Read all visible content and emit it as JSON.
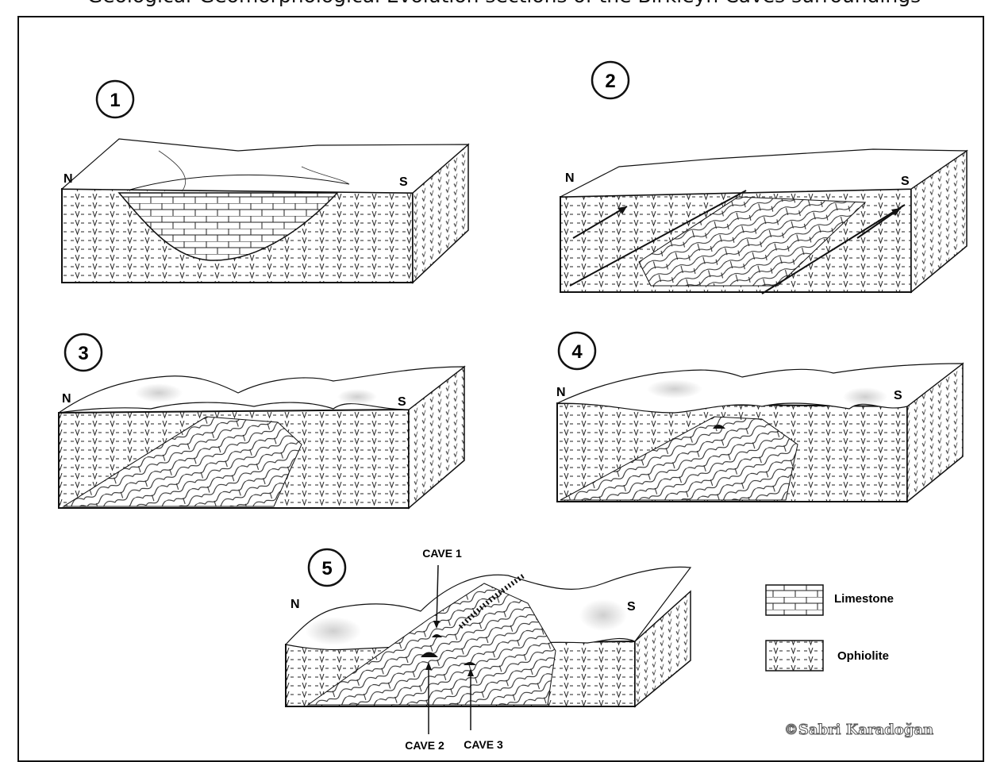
{
  "title": "Geological-Geomorphological Evolution sections of the Birkleyn Caves surroundings",
  "blocks": [
    {
      "number": "1",
      "north": "N",
      "south": "S"
    },
    {
      "number": "2",
      "north": "N",
      "south": "S"
    },
    {
      "number": "3",
      "north": "N",
      "south": "S"
    },
    {
      "number": "4",
      "north": "N",
      "south": "S"
    },
    {
      "number": "5",
      "north": "N",
      "south": "S"
    }
  ],
  "caves": [
    "CAVE 1",
    "CAVE 2",
    "CAVE 3"
  ],
  "legend": [
    {
      "label": "Limestone",
      "pattern": "brick"
    },
    {
      "label": "Ophiolite",
      "pattern": "v-dash"
    }
  ],
  "copyright": "©Sabri Karadoğan"
}
